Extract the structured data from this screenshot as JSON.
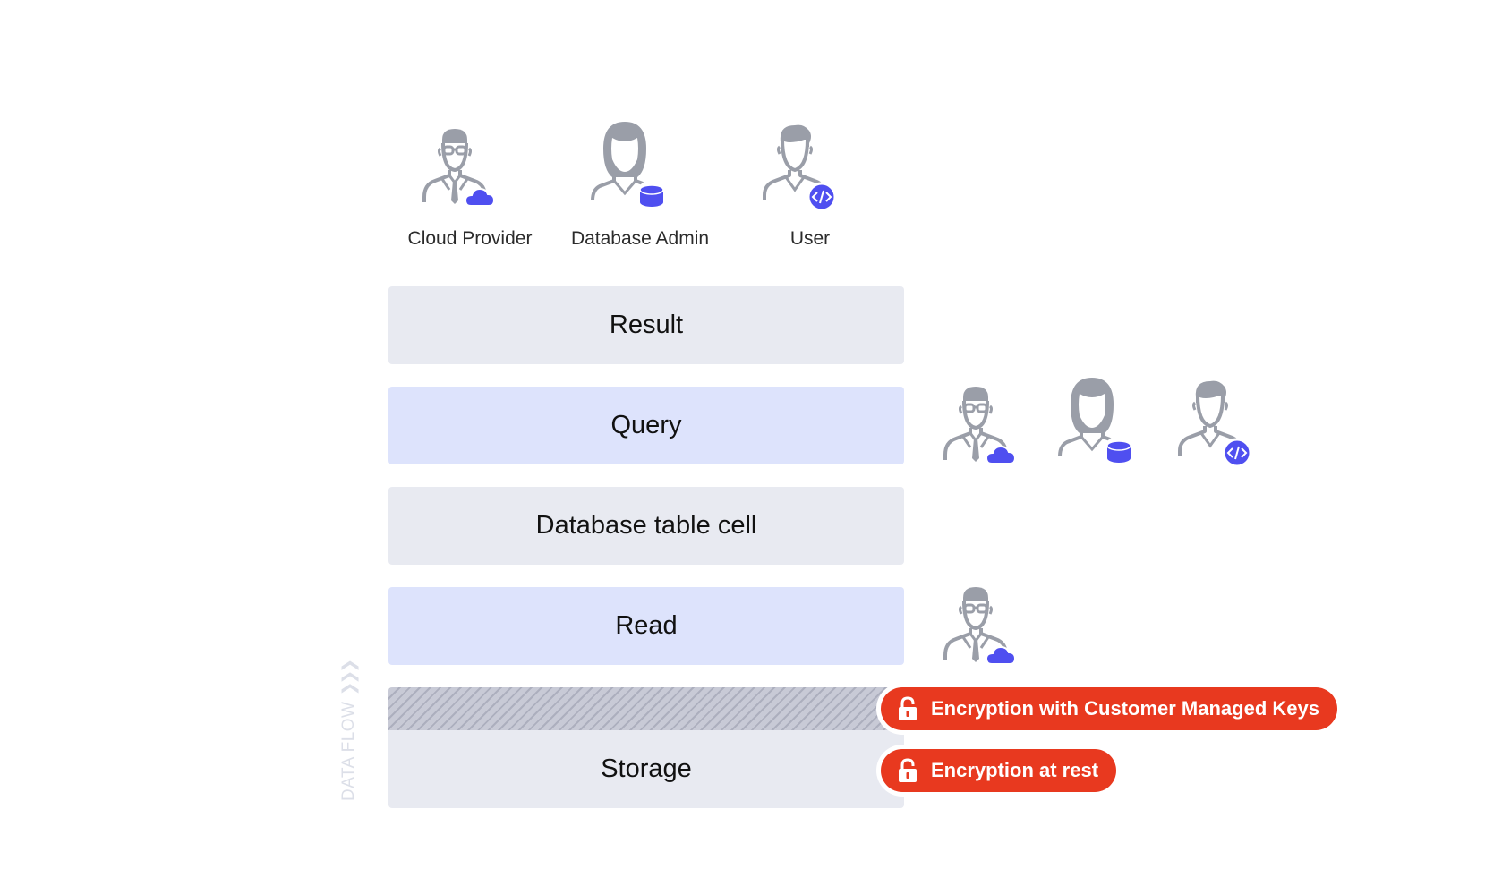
{
  "actors": {
    "cloud_provider": "Cloud Provider",
    "database_admin": "Database Admin",
    "user": "User"
  },
  "layers": {
    "result": "Result",
    "query": "Query",
    "database_table_cell": "Database table cell",
    "read": "Read",
    "storage": "Storage"
  },
  "encryption": {
    "customer_managed_keys": "Encryption with Customer Managed Keys",
    "at_rest": "Encryption at rest"
  },
  "data_flow": {
    "label": "DATA FLOW",
    "arrows": "❯❯❯"
  },
  "icons": {
    "cloud_provider": "person-glasses-cloud-icon",
    "database_admin": "person-female-database-icon",
    "user": "person-male-code-icon",
    "lock": "lock-icon"
  },
  "colors": {
    "person_gray": "#9a9ea8",
    "badge_blue": "#4f4ff0",
    "pill_red": "#e8391f",
    "layer_gray": "#e8eaf1",
    "layer_blue": "#dde3fc"
  }
}
